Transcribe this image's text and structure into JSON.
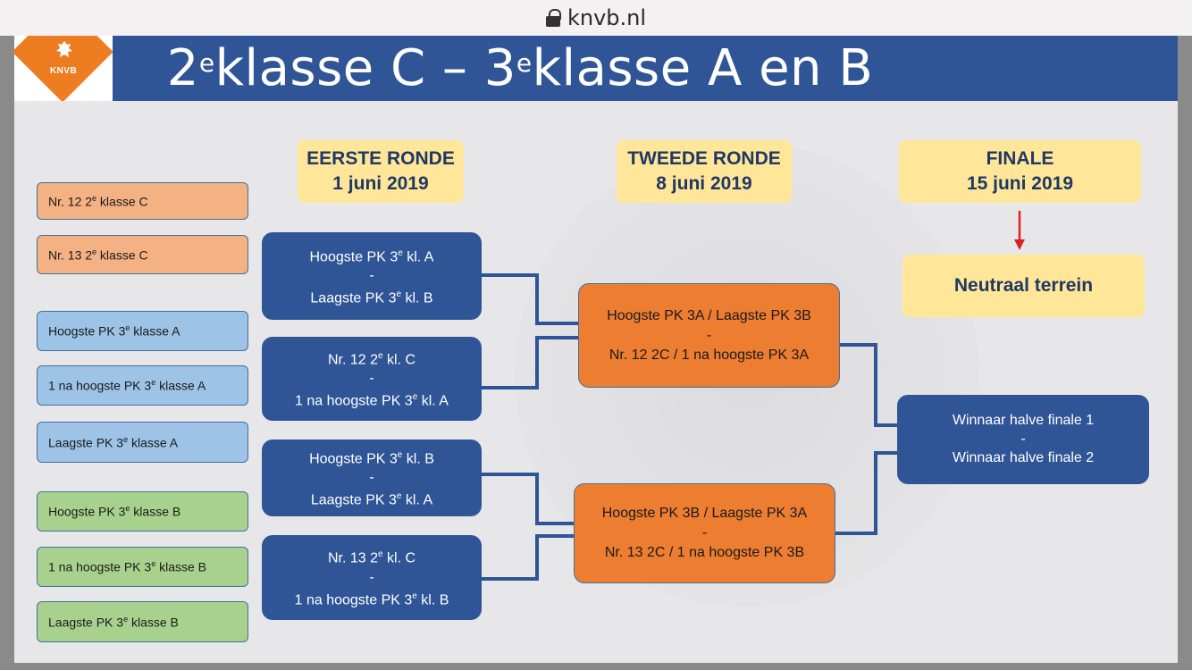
{
  "browser": {
    "url": "knvb.nl"
  },
  "logo": {
    "text": "KNVB"
  },
  "title": {
    "part1": "2",
    "sup1": "e",
    "part2": " klasse C – 3",
    "sup2": "e",
    "part3": " klasse A en B"
  },
  "rounds": {
    "first": {
      "name": "EERSTE RONDE",
      "date": "1 juni 2019"
    },
    "second": {
      "name": "TWEEDE RONDE",
      "date": "8 juni 2019"
    },
    "final": {
      "name": "FINALE",
      "date": "15 juni 2019"
    }
  },
  "venue": "Neutraal terrein",
  "participants": [
    {
      "pre": "Nr. 12 2",
      "sup": "e",
      "post": " klasse C"
    },
    {
      "pre": "Nr. 13 2",
      "sup": "e",
      "post": " klasse C"
    },
    {
      "pre": "Hoogste PK 3",
      "sup": "e",
      "post": " klasse A"
    },
    {
      "pre": "1 na hoogste PK 3",
      "sup": "e",
      "post": " klasse A"
    },
    {
      "pre": "Laagste PK 3",
      "sup": "e",
      "post": " klasse A"
    },
    {
      "pre": "Hoogste PK 3",
      "sup": "e",
      "post": " klasse B"
    },
    {
      "pre": "1 na hoogste PK 3",
      "sup": "e",
      "post": " klasse B"
    },
    {
      "pre": "Laagste PK 3",
      "sup": "e",
      "post": " klasse B"
    }
  ],
  "first_round": [
    {
      "a_pre": "Hoogste PK 3",
      "a_sup": "e",
      "a_post": " kl. A",
      "sep": "-",
      "b_pre": "Laagste PK 3",
      "b_sup": "e",
      "b_post": " kl. B"
    },
    {
      "a_pre": "Nr. 12 2",
      "a_sup": "e",
      "a_post": " kl. C",
      "sep": "-",
      "b_pre": "1 na hoogste PK 3",
      "b_sup": "e",
      "b_post": " kl. A"
    },
    {
      "a_pre": "Hoogste PK 3",
      "a_sup": "e",
      "a_post": " kl. B",
      "sep": "-",
      "b_pre": "Laagste PK 3",
      "b_sup": "e",
      "b_post": " kl. A"
    },
    {
      "a_pre": "Nr. 13 2",
      "a_sup": "e",
      "a_post": " kl. C",
      "sep": "-",
      "b_pre": "1 na hoogste PK 3",
      "b_sup": "e",
      "b_post": " kl. B"
    }
  ],
  "second_round": [
    {
      "a": "Hoogste PK 3A / Laagste PK 3B",
      "sep": "-",
      "b": "Nr. 12 2C / 1 na hoogste PK 3A"
    },
    {
      "a": "Hoogste PK 3B / Laagste PK 3A",
      "sep": "-",
      "b": "Nr. 13 2C / 1 na hoogste PK 3B"
    }
  ],
  "final_match": {
    "a": "Winnaar halve finale 1",
    "sep": "-",
    "b": "Winnaar halve finale 2"
  },
  "colors": {
    "navy": "#2f5597",
    "orange": "#ed7d31",
    "yellow": "#ffe699",
    "arrow": "#e02020"
  }
}
